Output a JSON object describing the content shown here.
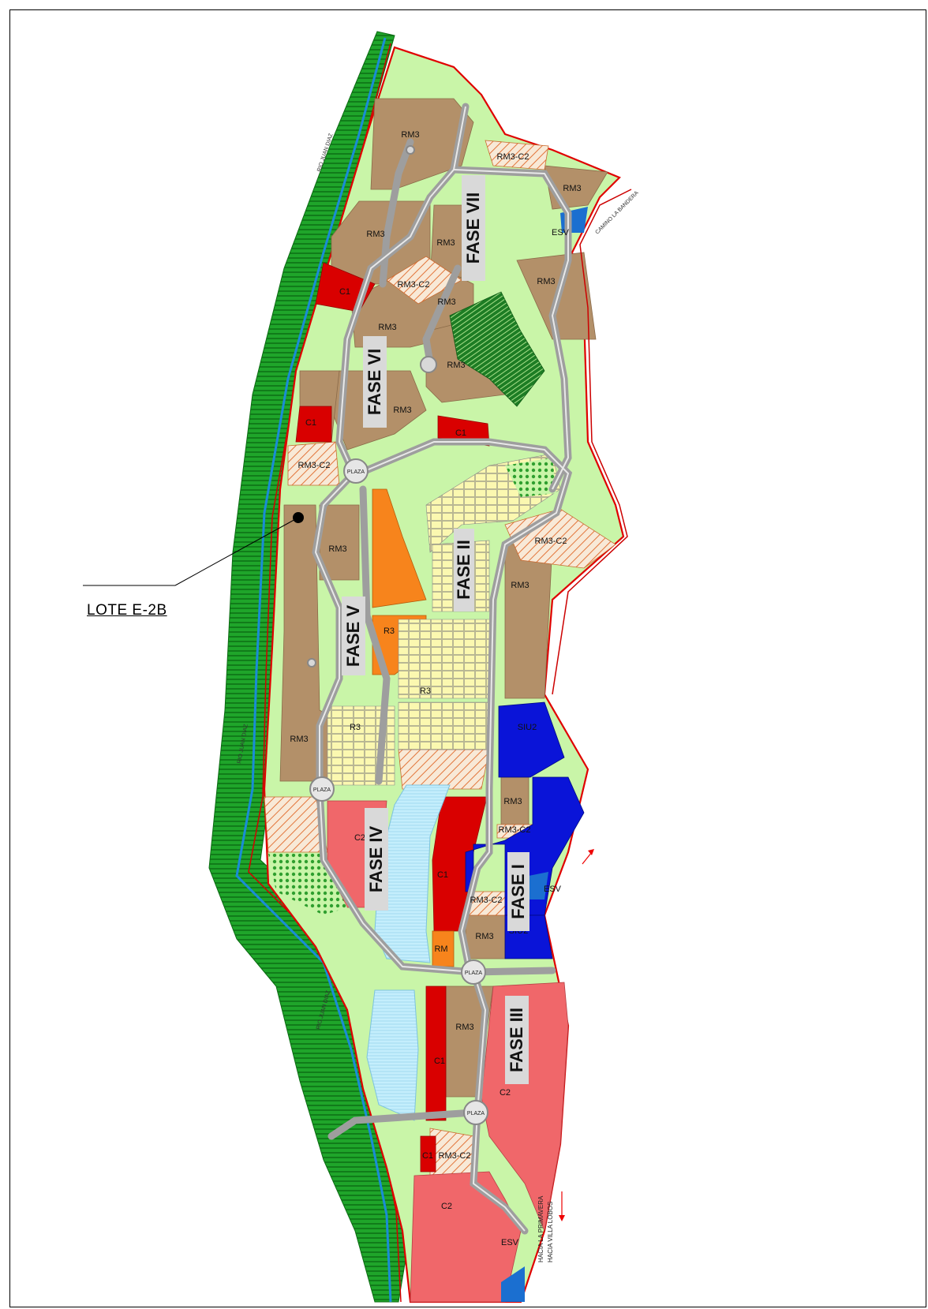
{
  "map": {
    "lot_callout": "LOTE E-2B",
    "phases": [
      "FASE VII",
      "FASE VI",
      "FASE V",
      "FASE II",
      "FASE IV",
      "FASE I",
      "FASE III"
    ],
    "plaza_label": "PLAZA",
    "zones": {
      "rm3": "RM3",
      "rm3c2": "RM3-C2",
      "c1": "C1",
      "c2": "C2",
      "r3": "R3",
      "esv": "ESV",
      "siu2": "SIU2",
      "rm": "RM"
    },
    "river_label": "RIO JUAN DIAZ",
    "road_label": "CAMINO LA BANDERA",
    "direction_labels": [
      "HACIA LA PRIMAVERA",
      "HACIA VILLA LOBOS"
    ],
    "colors": {
      "rm3": "#b39069",
      "c1": "#d90000",
      "c2": "#f0676a",
      "r3": "#f7841c",
      "esv": "#1b6fd0",
      "siu2": "#0a14d8",
      "green_area": "#c9f5a8",
      "river_buffer": "#22a52b",
      "lake": "#bfeefa",
      "road": "#b5b5b5",
      "boundary": "#e00000"
    }
  }
}
